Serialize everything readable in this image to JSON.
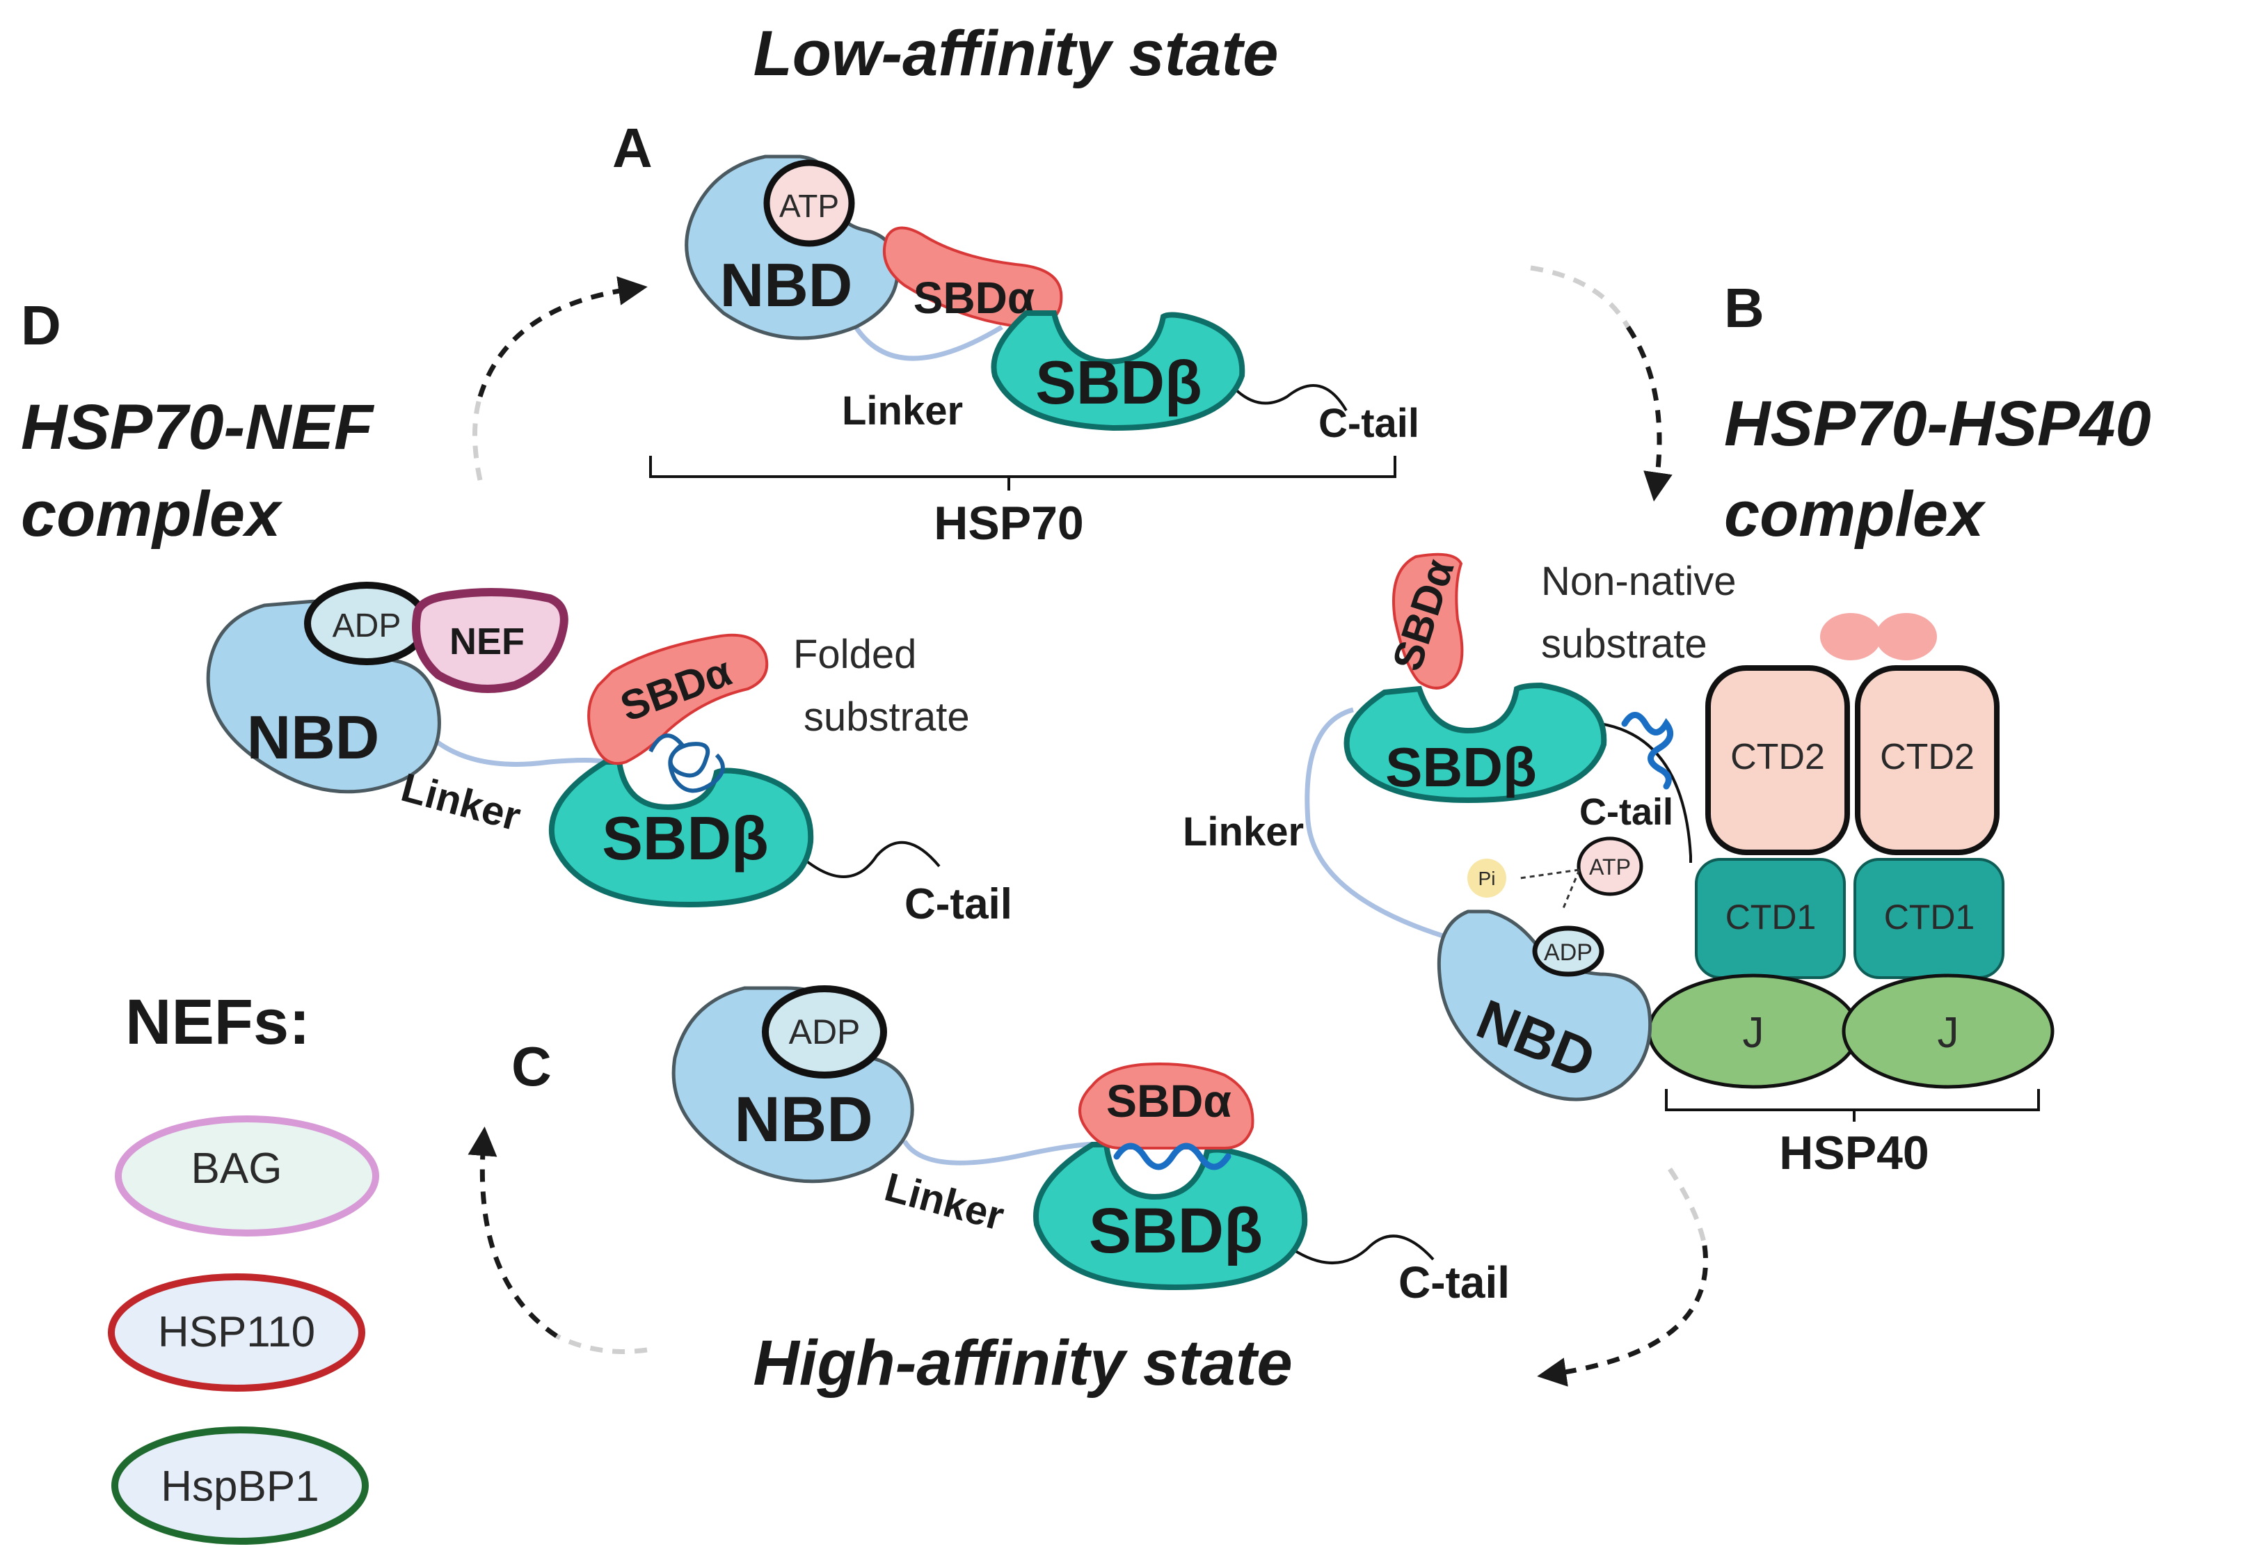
{
  "titles": {
    "low_affinity": "Low-affinity state",
    "high_affinity": "High-affinity state",
    "hsp70_hsp40_line1": "HSP70-HSP40",
    "hsp70_hsp40_line2": "complex",
    "hsp70_nef_line1": "HSP70-NEF",
    "hsp70_nef_line2": "complex"
  },
  "panels": {
    "a": "A",
    "b": "B",
    "c": "C",
    "d": "D"
  },
  "domains": {
    "nbd": "NBD",
    "sbd_alpha": "SBDα",
    "sbd_beta": "SBDβ",
    "linker": "Linker",
    "c_tail": "C-tail",
    "atp": "ATP",
    "adp": "ADP",
    "pi": "Pi",
    "nef": "NEF",
    "ctd1": "CTD1",
    "ctd2": "CTD2",
    "j": "J"
  },
  "labels": {
    "hsp70": "HSP70",
    "hsp40": "HSP40",
    "folded_substrate_line1": "Folded",
    "folded_substrate_line2": "substrate",
    "nonnative_line1": "Non-native",
    "nonnative_line2": "substrate"
  },
  "nef_legend": {
    "heading": "NEFs:",
    "items": [
      {
        "label": "BAG",
        "fill": "#e8f4f0",
        "stroke": "#d79ad6"
      },
      {
        "label": "HSP110",
        "fill": "#e6eefa",
        "stroke": "#c0262a"
      },
      {
        "label": "HspBP1",
        "fill": "#e6eefa",
        "stroke": "#1f6a2f"
      }
    ]
  },
  "colors": {
    "nbd": "#a9d4ee",
    "sbd_alpha": "#f48b86",
    "sbd_beta": "#33cdbd",
    "ctd1": "#22a59a",
    "ctd2": "#f8d4c9",
    "j_domain": "#8bc47a",
    "linker": "#a9c0e2",
    "substrate": "#1a6fc4",
    "atp": "#f9dcdc",
    "adp": "#cfe7ee",
    "nef": "#f3cfe2",
    "pi": "#f7e6a6"
  }
}
